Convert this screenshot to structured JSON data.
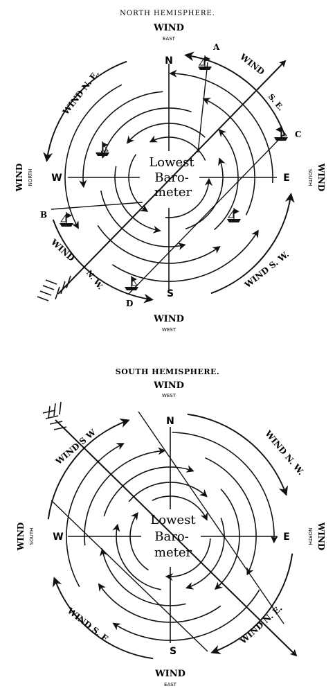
{
  "north": {
    "title": "NORTH HEMISPHERE.",
    "wind_top": "WIND",
    "wind_top_sub": "EAST",
    "wind_bottom": "WIND",
    "wind_bottom_sub": "WEST",
    "wind_left": "WIND",
    "wind_left_sub": "NORTH",
    "wind_right": "WIND",
    "wind_right_sub": "SOUTH",
    "wind_ne": "WIND N. E.",
    "wind_se_a": "WIND",
    "wind_se_b": "S. E.",
    "wind_sw": "WIND S. W.",
    "wind_nw_a": "WIND",
    "wind_nw_b": "N. W.",
    "center_l1": "Lowest",
    "center_l2": "Baro-",
    "center_l3": "meter",
    "n": "N",
    "s": "S",
    "e": "E",
    "w": "W",
    "pt_a": "A",
    "pt_b": "B",
    "pt_c": "C",
    "pt_d": "D"
  },
  "south": {
    "title": "SOUTH HEMISPHERE.",
    "wind_top": "WIND",
    "wind_top_sub": "WEST",
    "wind_bottom": "WIND",
    "wind_bottom_sub": "EAST",
    "wind_left": "WIND",
    "wind_left_sub": "SOUTH",
    "wind_right": "WIND",
    "wind_right_sub": "NORTH",
    "wind_sw": "WIND S W",
    "wind_nw": "WIND N. W.",
    "wind_se": "WIND S. E.",
    "wind_ne": "WIND N. E.",
    "center_l1": "Lowest",
    "center_l2": "Baro-",
    "center_l3": "meter",
    "n": "N",
    "s": "S",
    "e": "E",
    "w": "W"
  },
  "colors": {
    "ink": "#111111",
    "paper": "#ffffff"
  }
}
